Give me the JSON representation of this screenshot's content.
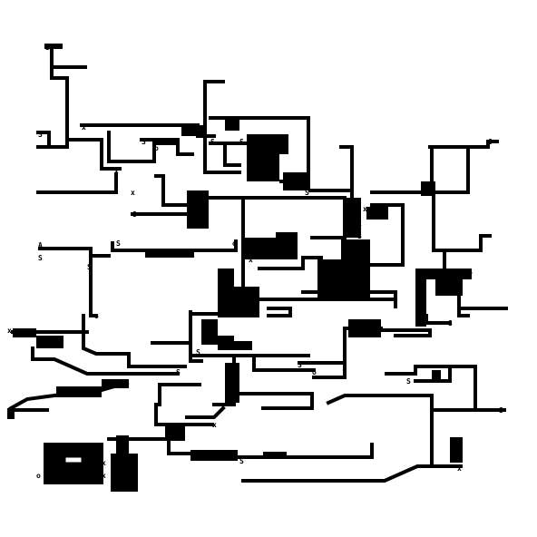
{
  "board": {
    "background": "#ffffff",
    "ink": "#000000"
  },
  "markers": {
    "source": "S",
    "via": "x",
    "pin": "o",
    "letter_a": "A"
  }
}
